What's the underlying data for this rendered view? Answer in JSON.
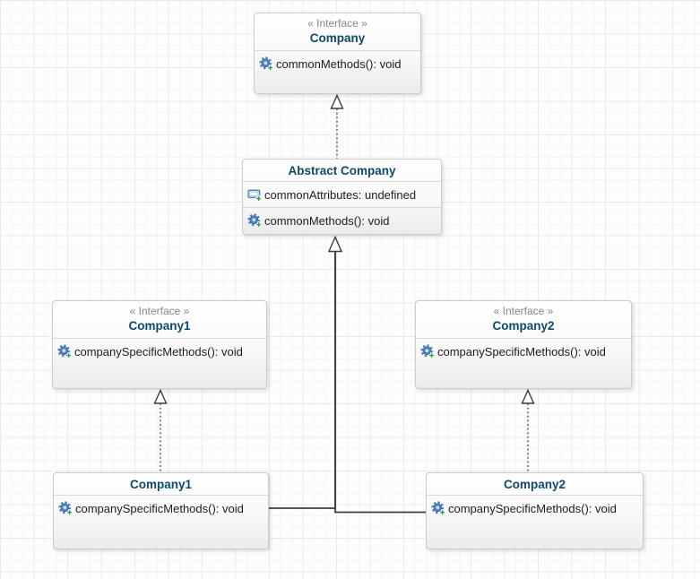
{
  "colors": {
    "title_text": "#0e4a68",
    "stereotype_text": "#7b8a94",
    "member_text": "#1d1d1d",
    "edge": "#3c3c3c",
    "node_border": "#cbcbcb",
    "method_icon_blue": "#4d7fbe",
    "icon_plus_green": "#2e9e4b"
  },
  "nodes": {
    "interface_company": {
      "stereotype": "« Interface »",
      "name": "Company",
      "methods": [
        {
          "icon": "method-icon",
          "label": "commonMethods(): void"
        }
      ]
    },
    "abstract_company": {
      "name": "Abstract Company",
      "attributes": [
        {
          "icon": "attribute-icon",
          "label": "commonAttributes: undefined"
        }
      ],
      "methods": [
        {
          "icon": "method-icon",
          "label": "commonMethods(): void"
        }
      ]
    },
    "interface_company1": {
      "stereotype": "« Interface »",
      "name": "Company1",
      "methods": [
        {
          "icon": "method-icon",
          "label": "companySpecificMethods(): void"
        }
      ]
    },
    "interface_company2": {
      "stereotype": "« Interface »",
      "name": "Company2",
      "methods": [
        {
          "icon": "method-icon",
          "label": "companySpecificMethods(): void"
        }
      ]
    },
    "class_company1": {
      "name": "Company1",
      "methods": [
        {
          "icon": "method-icon",
          "label": "companySpecificMethods(): void"
        }
      ]
    },
    "class_company2": {
      "name": "Company2",
      "methods": [
        {
          "icon": "method-icon",
          "label": "companySpecificMethods(): void"
        }
      ]
    }
  },
  "edges": [
    {
      "type": "realization",
      "from": "Abstract Company",
      "to": "Company",
      "line": "dashed",
      "arrow": "hollow-triangle"
    },
    {
      "type": "generalization",
      "from": "Company1",
      "to": "Abstract Company",
      "line": "solid",
      "arrow": "hollow-triangle"
    },
    {
      "type": "generalization",
      "from": "Company2",
      "to": "Abstract Company",
      "line": "solid",
      "arrow": "hollow-triangle"
    },
    {
      "type": "realization",
      "from": "Company1",
      "to": "Company1 (interface)",
      "line": "dashed",
      "arrow": "hollow-triangle"
    },
    {
      "type": "realization",
      "from": "Company2",
      "to": "Company2 (interface)",
      "line": "dashed",
      "arrow": "hollow-triangle"
    }
  ]
}
